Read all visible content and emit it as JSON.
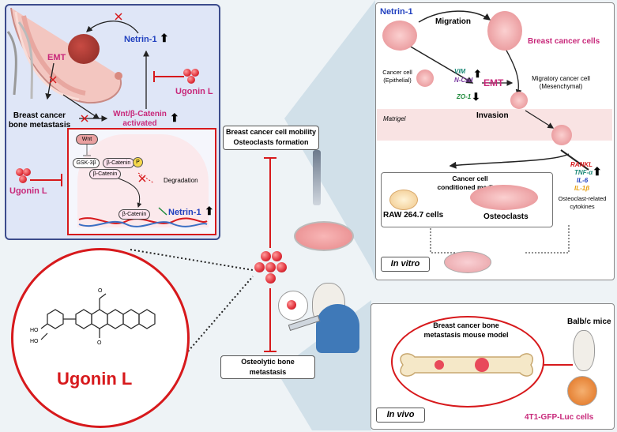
{
  "colors": {
    "red": "#d7191c",
    "blue": "#1f3fbf",
    "magenta": "#c8287a",
    "teal": "#1e8a78",
    "orange": "#e8a010",
    "bg_panel": "#cfe0ea"
  },
  "top_left": {
    "netrin": "Netrin-1",
    "emt": "EMT",
    "ugonin_right": "Ugonin L",
    "bcbm": [
      "Breast cancer",
      "bone metastasis"
    ],
    "wnt_activated": [
      "Wnt/β-Catenin",
      "activated"
    ],
    "ugonin_left": "Ugonin L",
    "pathway": {
      "wnt": "Wnt",
      "gsk": "GSK-3β",
      "bcat1": "β-Catenin",
      "p": "P",
      "bcat2": "β-Catenin",
      "degradation": "Degradation",
      "bcat3": "β-Catenin",
      "netrin": "Netrin-1"
    }
  },
  "center": {
    "mobility": [
      "Breast cancer cell mobility",
      "Osteoclasts formation"
    ],
    "osteolytic": [
      "Osteolytic bone",
      "metastasis"
    ]
  },
  "ugonin_circle": {
    "label": "Ugonin L"
  },
  "in_vitro": {
    "netrin": "Netrin-1",
    "migration": "Migration",
    "breast_cells": "Breast cancer cells",
    "cancer_cell": [
      "Cancer cell",
      "(Epithelial)"
    ],
    "vim": "VIM",
    "ncad": "N-Cad",
    "emt": "EMT",
    "zo1": "ZO-1",
    "migratory": [
      "Migratory cancer cell",
      "(Mesenchymal)"
    ],
    "matrigel": "Matrigel",
    "invasion": "Invasion",
    "cytokines": [
      "RANKL",
      "TNF-α",
      "IL-6",
      "IL-1β"
    ],
    "cytokine_label": [
      "Osteoclast-related",
      "cytokines"
    ],
    "conditioned": [
      "Cancer cell",
      "conditioned medium"
    ],
    "raw": "RAW 264.7 cells",
    "osteoclasts": "Osteoclasts",
    "label": "In vitro"
  },
  "in_vivo": {
    "balb": "Balb/c mice",
    "model": [
      "Breast cancer bone",
      "metastasis mouse model"
    ],
    "cells": "4T1-GFP-Luc cells",
    "label": "In vivo"
  }
}
